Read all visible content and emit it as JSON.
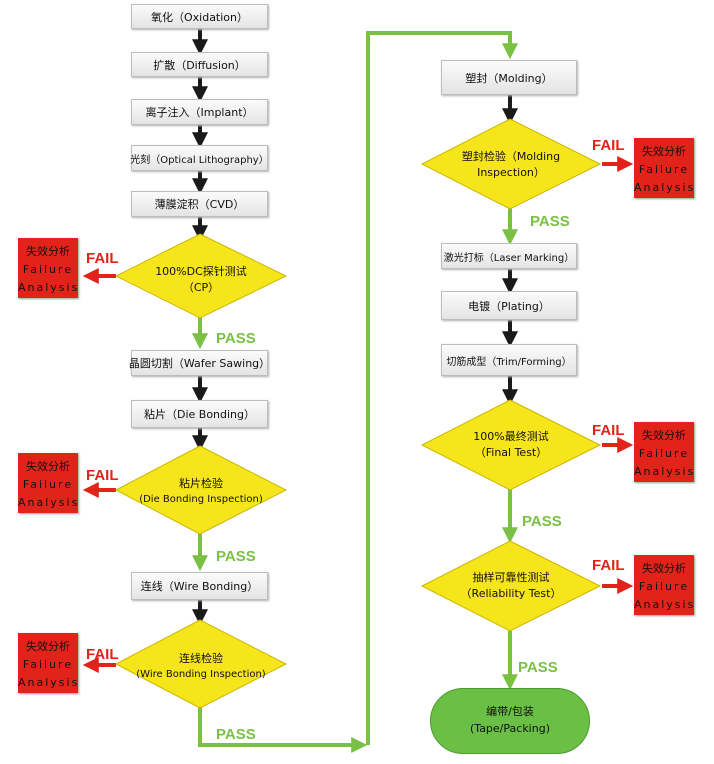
{
  "left_steps": {
    "oxidation": "氧化（Oxidation）",
    "diffusion": "扩散（Diffusion）",
    "implant": "离子注入（Implant）",
    "lithography": "光刻（Optical Lithography）",
    "cvd": "薄膜淀积（CVD）",
    "cp_line1": "100%DC探针测试",
    "cp_line2": "（CP）",
    "wafer_sawing": "晶圆切割（Wafer Sawing）",
    "die_bonding": "粘片（Die Bonding）",
    "die_insp_line1": "粘片检验",
    "die_insp_line2": "(Die Bonding Inspection)",
    "wire_bonding": "连线（Wire Bonding）",
    "wire_insp_line1": "连线检验",
    "wire_insp_line2": "(Wire Bonding Inspection)"
  },
  "right_steps": {
    "molding": "塑封（Molding）",
    "mold_insp_line1": "塑封检验（Molding",
    "mold_insp_line2": "Inspection）",
    "laser_marking": "激光打标（Laser Marking）",
    "plating": "电镀（Plating）",
    "trim_forming": "切筋成型（Trim/Forming）",
    "final_line1": "100%最终测试",
    "final_line2": "（Final Test）",
    "rel_line1": "抽样可靠性测试",
    "rel_line2": "（Reliability Test）",
    "end_line1": "编带/包装",
    "end_line2": "(Tape/Packing)"
  },
  "failure_analysis": {
    "cn": "失效分析",
    "en1": "Failure",
    "en2": "Analysis"
  },
  "labels": {
    "fail": "FAIL",
    "pass": "PASS"
  },
  "colors": {
    "fail_red": "#e2231a",
    "pass_green": "#7ac143",
    "diamond_yellow": "#f7e51b",
    "arrow_dark": "#1a1a1a"
  }
}
